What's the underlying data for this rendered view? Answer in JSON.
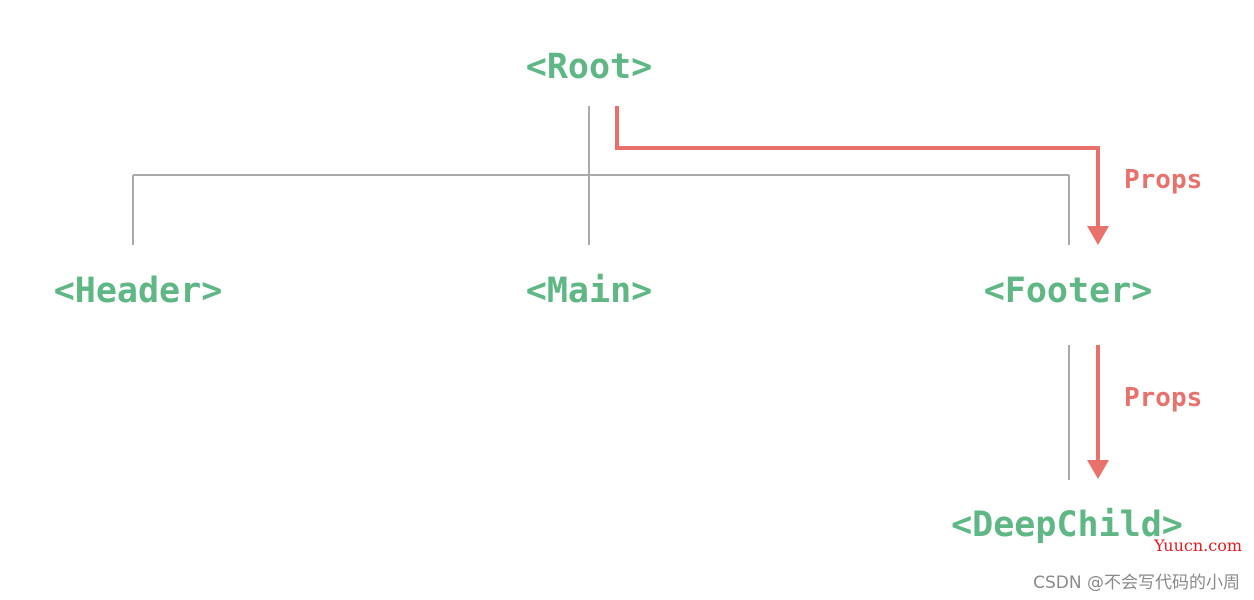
{
  "colors": {
    "node_text": "#5fb785",
    "tree_line": "#aaaaaa",
    "prop_flow": "#e8716b",
    "watermark_site": "#e01b22",
    "watermark_credit": "#8a8a8a"
  },
  "nodes": {
    "root": "<Root>",
    "header": "<Header>",
    "main": "<Main>",
    "footer": "<Footer>",
    "deepchild": "<DeepChild>"
  },
  "edge_labels": {
    "root_to_footer": "Props",
    "footer_to_deepchild": "Props"
  },
  "watermark": {
    "site": "Yuucn.com",
    "credit": "CSDN @不会写代码的小周"
  }
}
